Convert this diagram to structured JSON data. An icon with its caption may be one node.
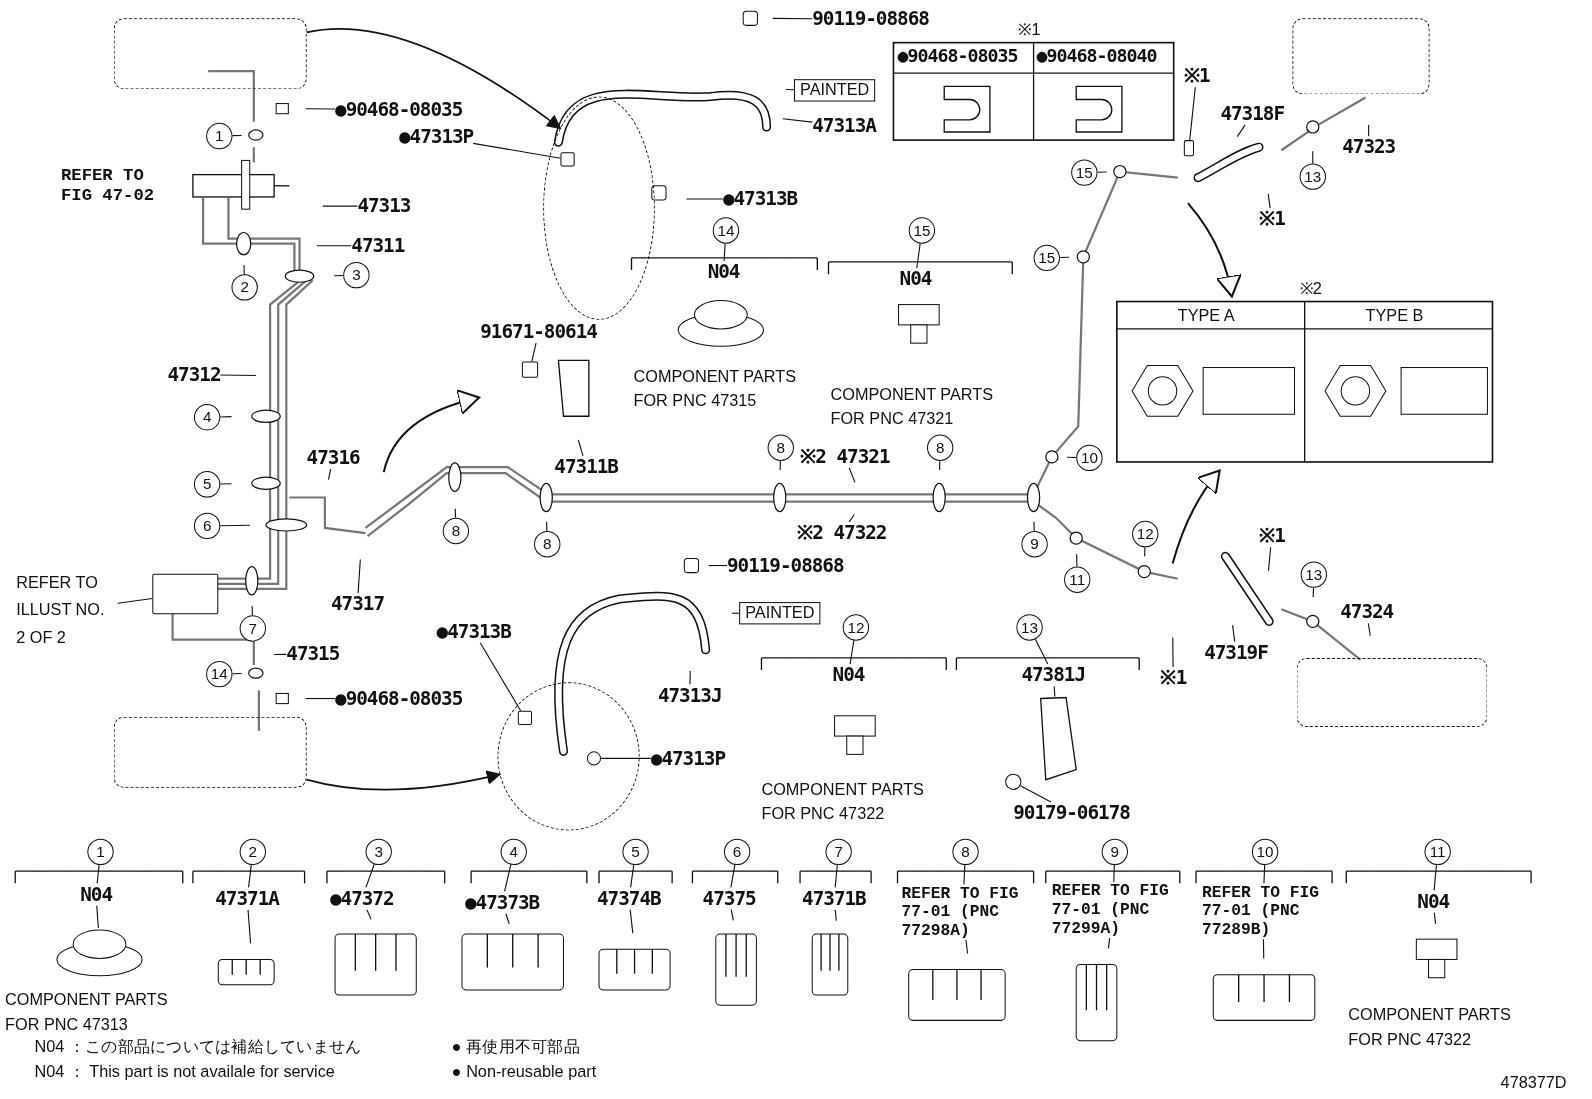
{
  "diagram": {
    "nodes": [
      {
        "text": [
          "●90468-08035"
        ]
      },
      {
        "text": [
          "1"
        ]
      },
      {
        "text": [
          "47313"
        ]
      },
      {
        "text": [
          "47311"
        ]
      },
      {
        "text": [
          "2"
        ]
      },
      {
        "text": [
          "3"
        ]
      },
      {
        "text": [
          "47312"
        ]
      },
      {
        "text": [
          "4"
        ]
      },
      {
        "text": [
          "5"
        ]
      },
      {
        "text": [
          "6"
        ]
      },
      {
        "text": [
          "47316"
        ]
      },
      {
        "text": [
          "47317"
        ]
      },
      {
        "text": [
          "7"
        ]
      },
      {
        "text": [
          "REFER TO ILLUST NO. 2 OF 2"
        ]
      },
      {
        "text": [
          "47315"
        ]
      },
      {
        "text": [
          "14"
        ]
      },
      {
        "text": [
          "●90468-08035"
        ]
      },
      {
        "text": [
          "90119-08868"
        ]
      },
      {
        "text": [
          "●47313P"
        ]
      },
      {
        "text": [
          "PAINTED"
        ]
      },
      {
        "text": [
          "47313A"
        ]
      },
      {
        "text": [
          "●47313B"
        ]
      },
      {
        "text": [
          "14"
        ]
      },
      {
        "text": [
          "N04"
        ]
      },
      {
        "text": [
          "15"
        ]
      },
      {
        "text": [
          "N04"
        ]
      },
      {
        "text": [
          "91671-80614"
        ]
      },
      {
        "text": [
          "47311B"
        ]
      },
      {
        "text": [
          "※1"
        ]
      },
      {
        "text": [
          "47318F"
        ]
      },
      {
        "text": [
          "47323"
        ]
      },
      {
        "text": [
          "13"
        ]
      },
      {
        "text": [
          "15"
        ]
      },
      {
        "text": [
          "※1"
        ]
      },
      {
        "text": [
          "15"
        ]
      },
      {
        "text": [
          "8"
        ]
      },
      {
        "text": [
          "8"
        ]
      },
      {
        "text": [
          "8"
        ]
      },
      {
        "text": [
          "※2 47321"
        ]
      },
      {
        "text": [
          "8"
        ]
      },
      {
        "text": [
          "※2 47322"
        ]
      },
      {
        "text": [
          "9"
        ]
      },
      {
        "text": [
          "10"
        ]
      },
      {
        "text": [
          "11"
        ]
      },
      {
        "text": [
          "12"
        ]
      },
      {
        "text": [
          "※1"
        ]
      },
      {
        "text": [
          "13"
        ]
      },
      {
        "text": [
          "47324"
        ]
      },
      {
        "text": [
          "※1"
        ]
      },
      {
        "text": [
          "47319F"
        ]
      },
      {
        "text": [
          "90119-08868"
        ]
      },
      {
        "text": [
          "PAINTED"
        ]
      },
      {
        "text": [
          "●47313B"
        ]
      },
      {
        "text": [
          "47313J"
        ]
      },
      {
        "text": [
          "●47313P"
        ]
      },
      {
        "text": [
          "12"
        ]
      },
      {
        "text": [
          "N04"
        ]
      },
      {
        "text": [
          "13"
        ]
      },
      {
        "text": [
          "47381J"
        ]
      },
      {
        "text": [
          "90179-06178"
        ]
      },
      {
        "text": [
          "1"
        ]
      },
      {
        "text": [
          "N04"
        ]
      },
      {
        "text": [
          "2"
        ]
      },
      {
        "text": [
          "47371A"
        ]
      },
      {
        "text": [
          "3"
        ]
      },
      {
        "text": [
          "●47372"
        ]
      },
      {
        "text": [
          "4"
        ]
      },
      {
        "text": [
          "●47373B"
        ]
      },
      {
        "text": [
          "5"
        ]
      },
      {
        "text": [
          "47374B"
        ]
      },
      {
        "text": [
          "6"
        ]
      },
      {
        "text": [
          "47375"
        ]
      },
      {
        "text": [
          "7"
        ]
      },
      {
        "text": [
          "47371B"
        ]
      },
      {
        "text": [
          "8"
        ]
      },
      {
        "text": [
          "REFER TO FIG 77-01 (PNC 77298A)"
        ]
      },
      {
        "text": [
          "9"
        ]
      },
      {
        "text": [
          "REFER TO FIG 77-01 (PNC 77299A)"
        ]
      },
      {
        "text": [
          "10"
        ]
      },
      {
        "text": [
          "REFER TO FIG 77-01 (PNC 77289B)"
        ]
      },
      {
        "text": [
          "11"
        ]
      },
      {
        "text": [
          "N04"
        ]
      },
      {
        "text": [],
        "shape": "box"
      },
      {
        "text": [],
        "shape": "box"
      },
      {
        "text": [],
        "shape": "box"
      },
      {
        "text": [],
        "shape": "box"
      },
      {
        "text": [],
        "shape": "ellipse"
      },
      {
        "text": [],
        "shape": "ellipse"
      },
      {
        "text": [],
        "shape": "box"
      },
      {
        "text": [],
        "shape": "picture"
      },
      {
        "text": [],
        "shape": "circle"
      },
      {
        "text": [],
        "shape": "box"
      },
      {
        "text": [],
        "shape": "box",
        "in": 86
      },
      {
        "text": [],
        "shape": "box",
        "in": 87
      },
      {
        "text": [],
        "shape": "circle",
        "in": 87
      },
      {
        "text": [],
        "shape": "box"
      }
    ],
    "edges": [
      {
        "from": 0,
        "to": null,
        "arrow": "none"
      },
      {
        "from": 1,
        "to": null,
        "arrow": "none"
      },
      {
        "from": 2,
        "to": null,
        "arrow": "none"
      },
      {
        "from": 3,
        "to": null,
        "arrow": "none"
      },
      {
        "from": 4,
        "to": null,
        "arrow": "none"
      },
      {
        "from": 5,
        "to": null,
        "arrow": "none"
      },
      {
        "from": 6,
        "to": null,
        "arrow": "none"
      },
      {
        "from": 7,
        "to": null,
        "arrow": "none"
      },
      {
        "from": 8,
        "to": null,
        "arrow": "none"
      },
      {
        "from": 9,
        "to": null,
        "arrow": "none"
      },
      {
        "from": 10,
        "to": null,
        "arrow": "none"
      },
      {
        "from": 11,
        "to": null,
        "arrow": "none"
      },
      {
        "from": 12,
        "to": null,
        "arrow": "none"
      },
      {
        "from": 13,
        "to": 88,
        "arrow": "none"
      },
      {
        "from": 14,
        "to": null,
        "arrow": "none"
      },
      {
        "from": 15,
        "to": null,
        "arrow": "none"
      },
      {
        "from": 16,
        "to": null,
        "arrow": "none"
      },
      {
        "from": 17,
        "to": null,
        "arrow": "none"
      },
      {
        "from": 18,
        "to": 92,
        "arrow": "none"
      },
      {
        "from": 19,
        "to": null,
        "arrow": "none"
      },
      {
        "from": 20,
        "to": null,
        "arrow": "none"
      },
      {
        "from": 21,
        "to": null,
        "arrow": "none"
      },
      {
        "from": 22,
        "to": 23,
        "arrow": "none"
      },
      {
        "from": 24,
        "to": 25,
        "arrow": "none"
      },
      {
        "from": 26,
        "to": 91,
        "arrow": "none"
      },
      {
        "from": 27,
        "to": null,
        "arrow": "none"
      },
      {
        "from": 28,
        "to": 95,
        "arrow": "none"
      },
      {
        "from": 29,
        "to": null,
        "arrow": "none"
      },
      {
        "from": 30,
        "to": null,
        "arrow": "none"
      },
      {
        "from": 31,
        "to": null,
        "arrow": "none"
      },
      {
        "from": 32,
        "to": null,
        "arrow": "none"
      },
      {
        "from": 33,
        "to": null,
        "arrow": "none"
      },
      {
        "from": 34,
        "to": null,
        "arrow": "none"
      },
      {
        "from": 35,
        "to": null,
        "arrow": "none"
      },
      {
        "from": 36,
        "to": null,
        "arrow": "none"
      },
      {
        "from": 37,
        "to": null,
        "arrow": "none"
      },
      {
        "from": 38,
        "to": null,
        "arrow": "none"
      },
      {
        "from": 39,
        "to": null,
        "arrow": "none"
      },
      {
        "from": 40,
        "to": null,
        "arrow": "none"
      },
      {
        "from": 41,
        "to": null,
        "arrow": "none"
      },
      {
        "from": 42,
        "to": null,
        "arrow": "none"
      },
      {
        "from": 43,
        "to": null,
        "arrow": "none"
      },
      {
        "from": 44,
        "to": null,
        "arrow": "none"
      },
      {
        "from": 45,
        "to": null,
        "arrow": "none"
      },
      {
        "from": 46,
        "to": null,
        "arrow": "none"
      },
      {
        "from": 47,
        "to": null,
        "arrow": "none"
      },
      {
        "from": 48,
        "to": null,
        "arrow": "none"
      },
      {
        "from": 49,
        "to": null,
        "arrow": "none"
      },
      {
        "from": 50,
        "to": null,
        "arrow": "none"
      },
      {
        "from": 51,
        "to": null,
        "arrow": "none"
      },
      {
        "from": 52,
        "to": 93,
        "arrow": "none"
      },
      {
        "from": 53,
        "to": null,
        "arrow": "none"
      },
      {
        "from": 54,
        "to": 94,
        "arrow": "none"
      },
      {
        "from": 55,
        "to": 56,
        "arrow": "none"
      },
      {
        "from": 57,
        "to": 58,
        "arrow": "none"
      },
      {
        "from": 58,
        "to": 89,
        "arrow": "none"
      },
      {
        "from": 59,
        "to": 90,
        "arrow": "none"
      },
      {
        "from": 60,
        "to": 61,
        "arrow": "none"
      },
      {
        "from": 61,
        "to": null,
        "arrow": "none"
      },
      {
        "from": 62,
        "to": 63,
        "arrow": "none"
      },
      {
        "from": 63,
        "to": null,
        "arrow": "none"
      },
      {
        "from": 64,
        "to": 65,
        "arrow": "none"
      },
      {
        "from": 65,
        "to": null,
        "arrow": "none"
      },
      {
        "from": 66,
        "to": 67,
        "arrow": "none"
      },
      {
        "from": 67,
        "to": null,
        "arrow": "none"
      },
      {
        "from": 68,
        "to": 69,
        "arrow": "none"
      },
      {
        "from": 69,
        "to": null,
        "arrow": "none"
      },
      {
        "from": 70,
        "to": 71,
        "arrow": "none"
      },
      {
        "from": 71,
        "to": null,
        "arrow": "none"
      },
      {
        "from": 72,
        "to": 73,
        "arrow": "none"
      },
      {
        "from": 73,
        "to": null,
        "arrow": "none"
      },
      {
        "from": 74,
        "to": 75,
        "arrow": "none"
      },
      {
        "from": 75,
        "to": null,
        "arrow": "none"
      },
      {
        "from": 76,
        "to": 77,
        "arrow": "none"
      },
      {
        "from": 77,
        "to": null,
        "arrow": "none"
      },
      {
        "from": 78,
        "to": 79,
        "arrow": "none"
      },
      {
        "from": 79,
        "to": null,
        "arrow": "none"
      },
      {
        "from": 80,
        "to": 81,
        "arrow": "none"
      },
      {
        "from": 81,
        "to": null,
        "arrow": "none"
      },
      {
        "from": 82,
        "to": 86,
        "arrow": "to"
      },
      {
        "from": 83,
        "to": 87,
        "arrow": "to"
      }
    ],
    "labels": [
      "REFER TO FIG 47-02",
      "COMPONENT PARTS FOR PNC 47315",
      "COMPONENT PARTS FOR PNC 47321",
      "※1",
      "●90468-08035",
      "●90468-08040",
      "※2",
      "TYPE A",
      "TYPE B",
      "COMPONENT PARTS FOR PNC 47322",
      "COMPONENT PARTS FOR PNC 47313",
      "COMPONENT PARTS FOR PNC 47322",
      "N04 ：この部品については補給していません",
      "N04 ： This part is not availale for service",
      "● 再使用不可部品",
      "● Non-reusable part",
      "478377D"
    ]
  }
}
